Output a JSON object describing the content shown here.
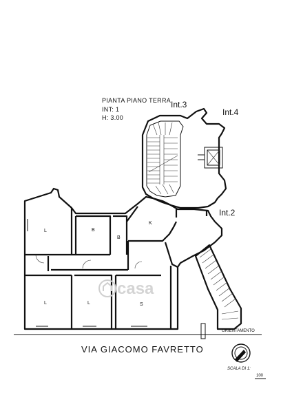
{
  "header": {
    "title": "PIANTA PIANO TERRA",
    "int": "INT: 1",
    "height": "H: 3.00"
  },
  "units": {
    "int3": "Int.3",
    "int4": "Int.4",
    "int2": "Int.2"
  },
  "rooms": {
    "l1": "L",
    "b1": "B",
    "b2": "B",
    "k": "K",
    "l2": "L",
    "l3": "L",
    "s": "S"
  },
  "watermark": "casa",
  "street": "VIA GIACOMO FAVRETTO",
  "orientation_label": "ORIENTAMENTO",
  "scale": {
    "label": "SCALA DI 1:",
    "value": "100"
  }
}
